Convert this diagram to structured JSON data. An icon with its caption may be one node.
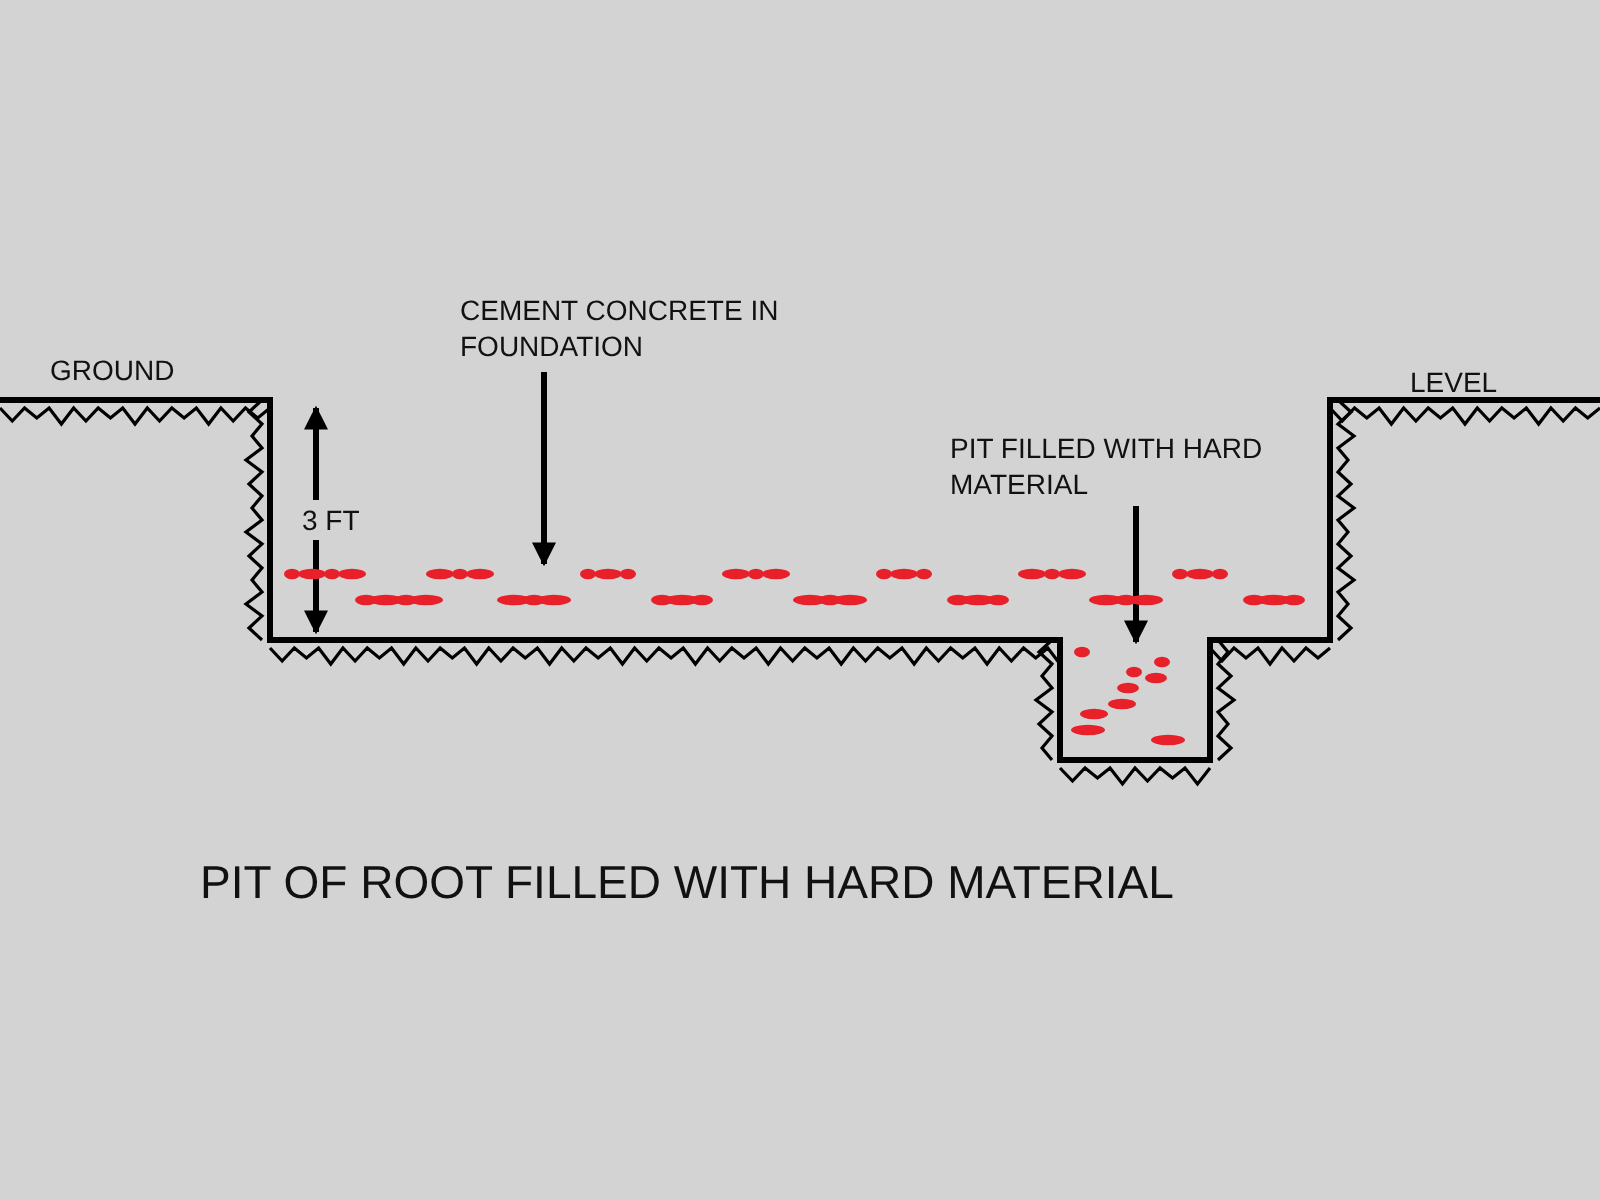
{
  "diagram": {
    "caption": "PIT OF ROOT FILLED WITH HARD MATERIAL",
    "nodes": [
      {
        "text": [
          "CEMENT CONCRETE IN FOUNDATION"
        ]
      },
      {
        "text": [],
        "shape": "box"
      },
      {
        "text": [
          "PIT FILLED WITH HARD MATERIAL"
        ]
      },
      {
        "text": [],
        "shape": "box"
      }
    ],
    "edges": [
      {
        "from": 0,
        "to": 1,
        "arrow": "to"
      },
      {
        "from": 2,
        "to": 3,
        "arrow": "to"
      }
    ],
    "labels": [
      "GROUND",
      "LEVEL",
      "3 FT"
    ]
  }
}
